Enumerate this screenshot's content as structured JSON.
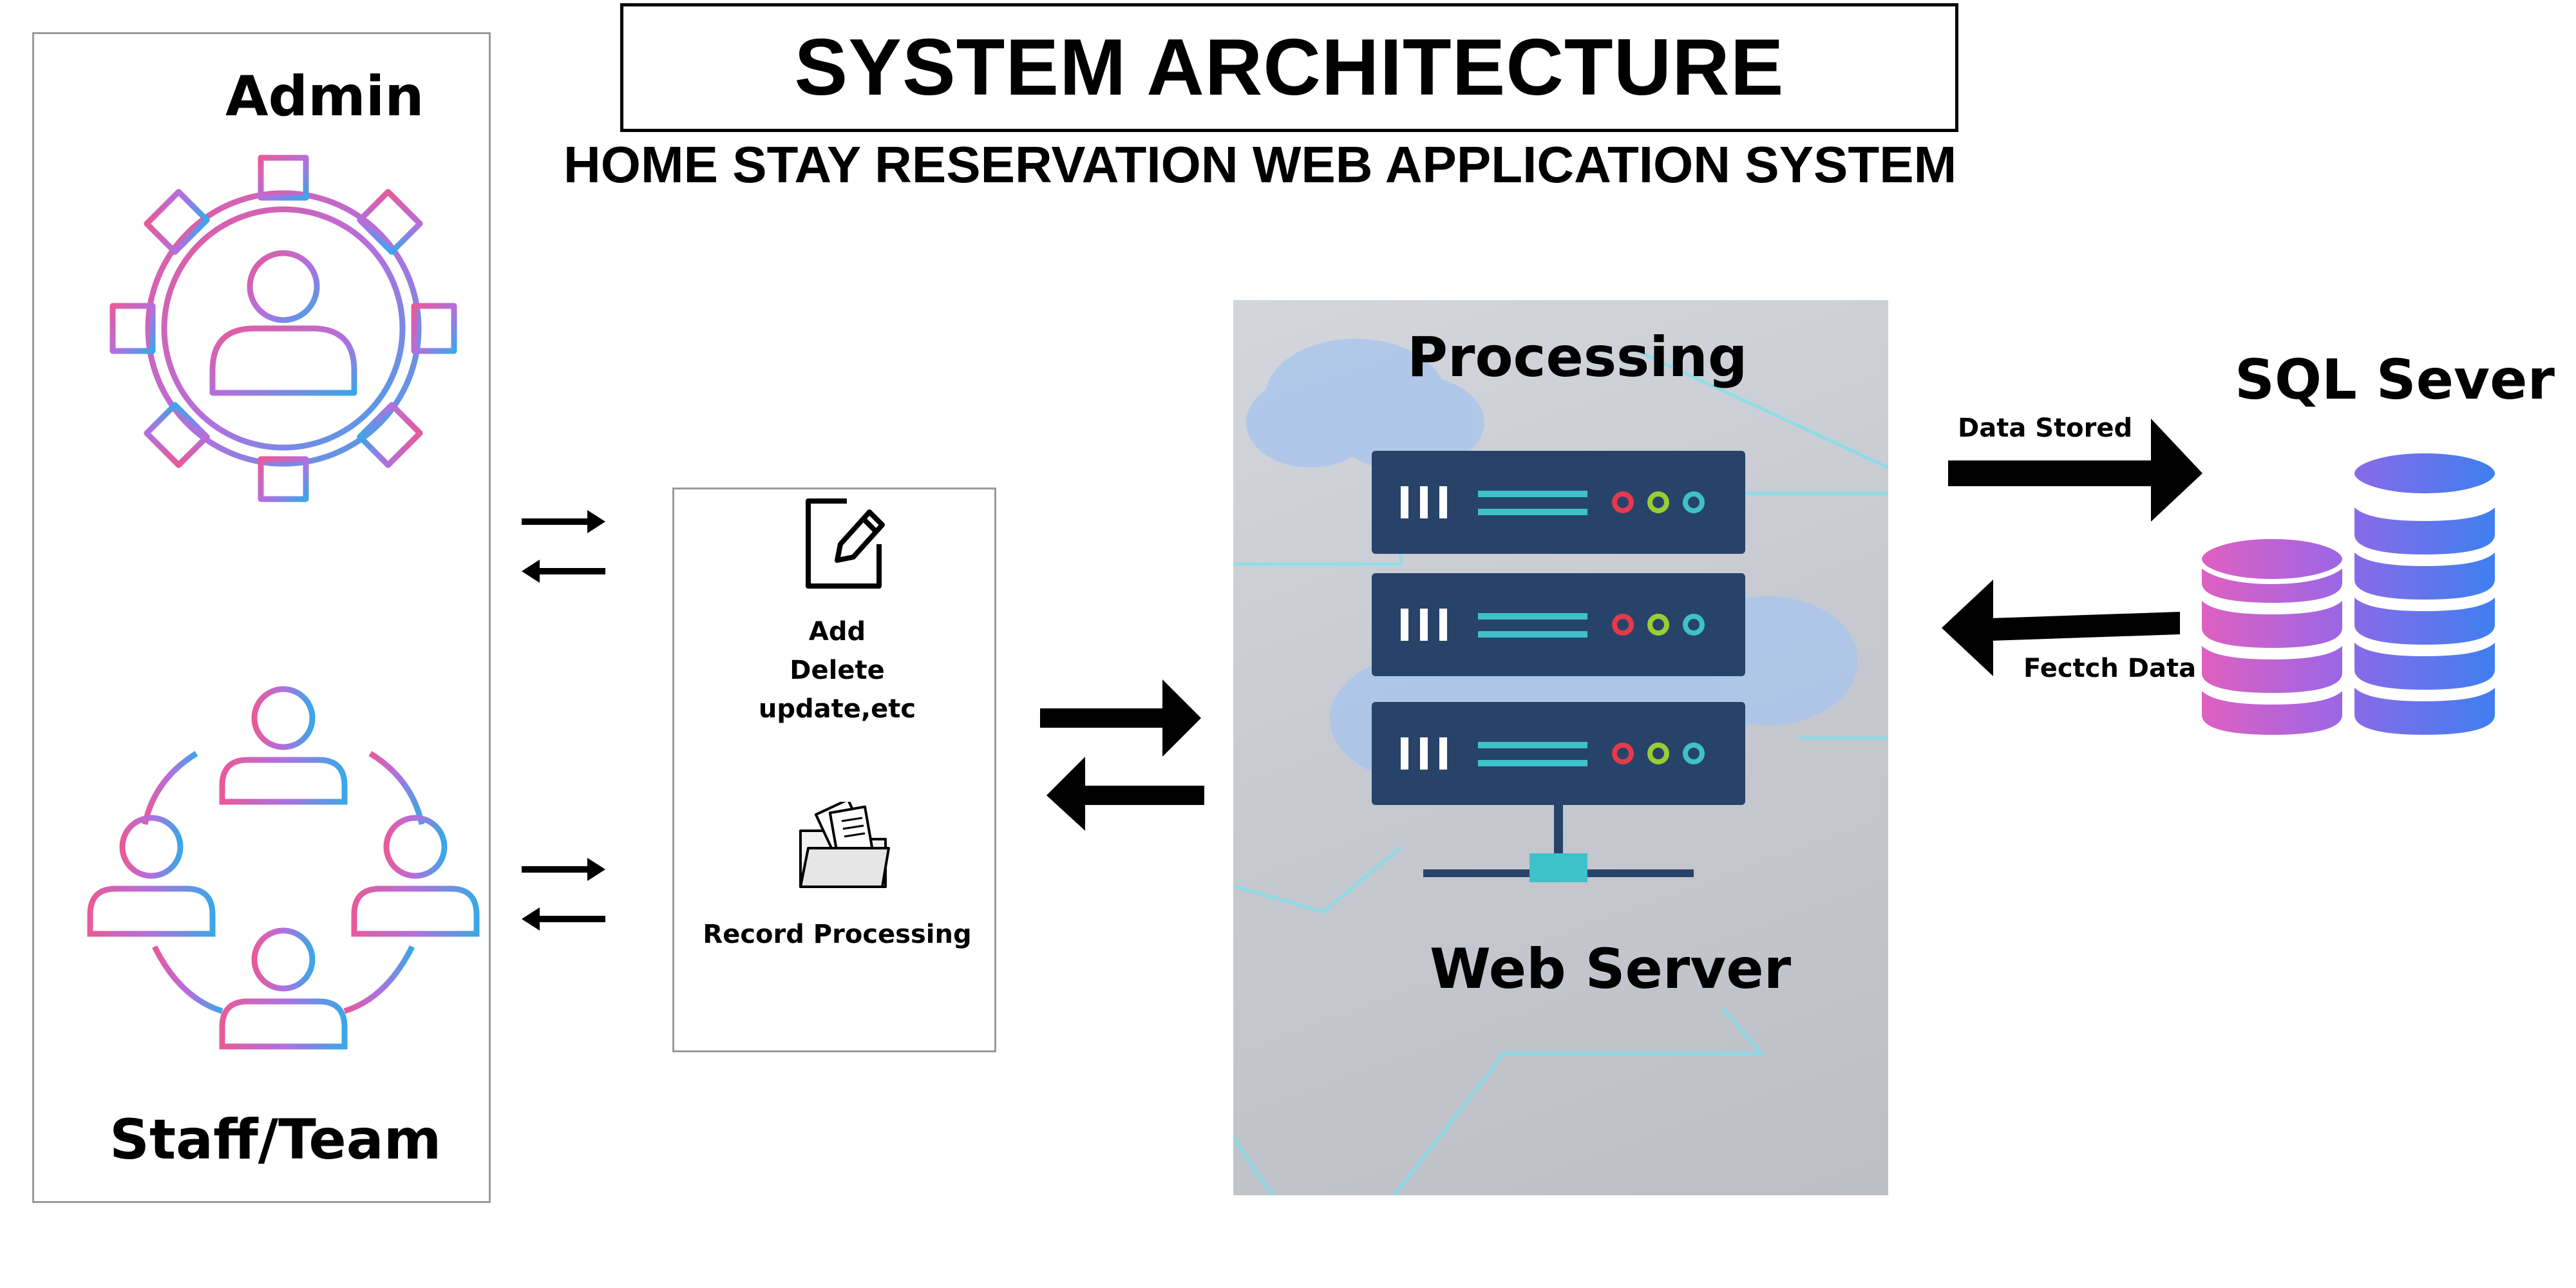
{
  "title": "SYSTEM ARCHITECTURE",
  "subtitle": "HOME STAY RESERVATION WEB APPLICATION SYSTEM",
  "users": {
    "admin_label": "Admin",
    "staff_label": "Staff/Team"
  },
  "operations": {
    "line1": "Add",
    "line2": "Delete",
    "line3": "update,etc",
    "record_label": "Record Processing"
  },
  "server": {
    "processing_label": "Processing",
    "web_server_label": "Web Server"
  },
  "database": {
    "label": "SQL Sever",
    "stored_label": "Data Stored",
    "fetch_label": "Fectch Data"
  },
  "icons": {
    "admin": "admin-gear-icon",
    "staff": "team-icon",
    "edit": "edit-document-icon",
    "folder": "folder-documents-icon",
    "server": "server-rack-icon",
    "database": "database-icon"
  },
  "colors": {
    "gradient_pink": "#e85a9a",
    "gradient_purple": "#b070e0",
    "gradient_blue": "#3aa7e8",
    "server_navy": "#27436a",
    "server_teal": "#3fc1c9",
    "db_pink": "#e060c0",
    "db_blue": "#3d7ff0"
  }
}
